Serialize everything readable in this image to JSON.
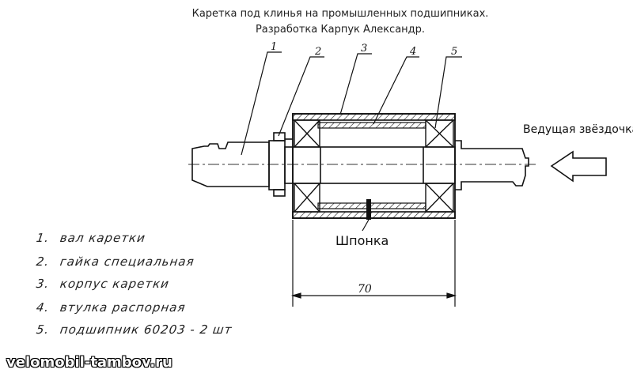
{
  "title_line1": "Каретка под клинья на промышленных подшипниках.",
  "title_line2": "Разработка Карпук Александр.",
  "callouts": [
    "1",
    "2",
    "3",
    "4",
    "5"
  ],
  "drive_label": "Ведущая звёздочка",
  "key_label": "Шпонка",
  "dimension": "70",
  "legend": [
    {
      "num": "1.",
      "text": "вал каретки"
    },
    {
      "num": "2.",
      "text": "гайка специальная"
    },
    {
      "num": "3.",
      "text": "корпус каретки"
    },
    {
      "num": "4.",
      "text": "втулка распорная"
    },
    {
      "num": "5.",
      "text": "подшипник 60203 - 2 шт"
    }
  ],
  "watermark": "velomobil-tambov.ru"
}
